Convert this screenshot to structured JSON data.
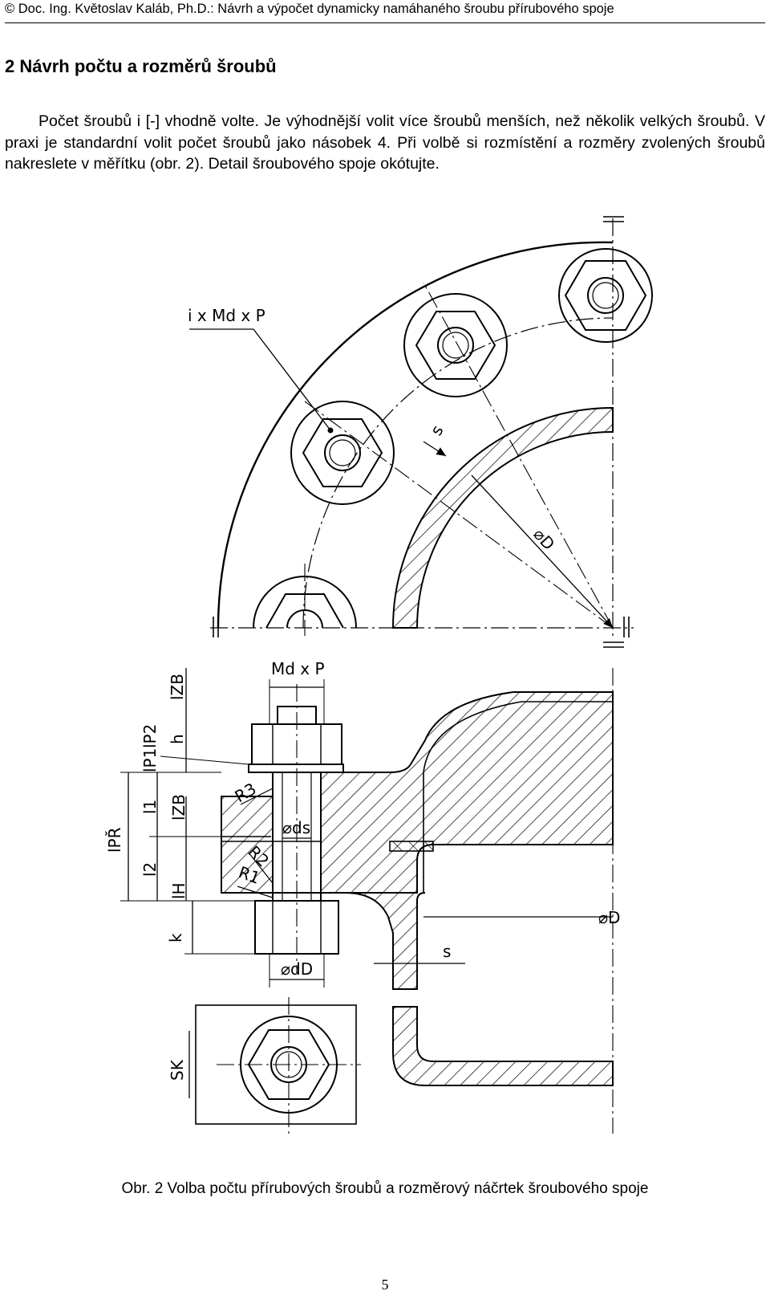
{
  "header": {
    "text": "© Doc. Ing. Květoslav Kaláb, Ph.D.: Návrh a výpočet dynamicky namáhaného šroubu přírubového spoje"
  },
  "section": {
    "title": "2 Návrh počtu a rozměrů šroubů"
  },
  "paragraph": "Počet šroubů i [-] vhodně volte. Je výhodnější volit více šroubů menších, než několik velkých šroubů. V praxi je standardní volit počet šroubů jako násobek 4. Při volbě si rozmístění a rozměry zvolených šroubů nakreslete v měřítku (obr. 2). Detail šroubového spoje okótujte.",
  "figure": {
    "top_labels": {
      "bolt_designation": "i x Md x P",
      "wall": "s",
      "diameter": "⌀D"
    },
    "bottom_labels": {
      "thread": "Md x P",
      "l_zb_top": "lZB",
      "l_p2": "lP2",
      "h": "h",
      "l_p1": "lP1",
      "l_1": "l1",
      "l_zb": "lZB",
      "l_pr": "lPŘ",
      "l_2": "l2",
      "l_h": "lH",
      "k": "k",
      "r3": "R3",
      "d_s": "⌀ds",
      "r2": "R2",
      "r1": "R1",
      "diameter": "⌀D",
      "s": "s",
      "d_d": "⌀dD",
      "s_k": "SK"
    },
    "caption": "Obr. 2 Volba počtu přírubových šroubů a rozměrový náčrtek šroubového spoje"
  },
  "page_number": "5"
}
